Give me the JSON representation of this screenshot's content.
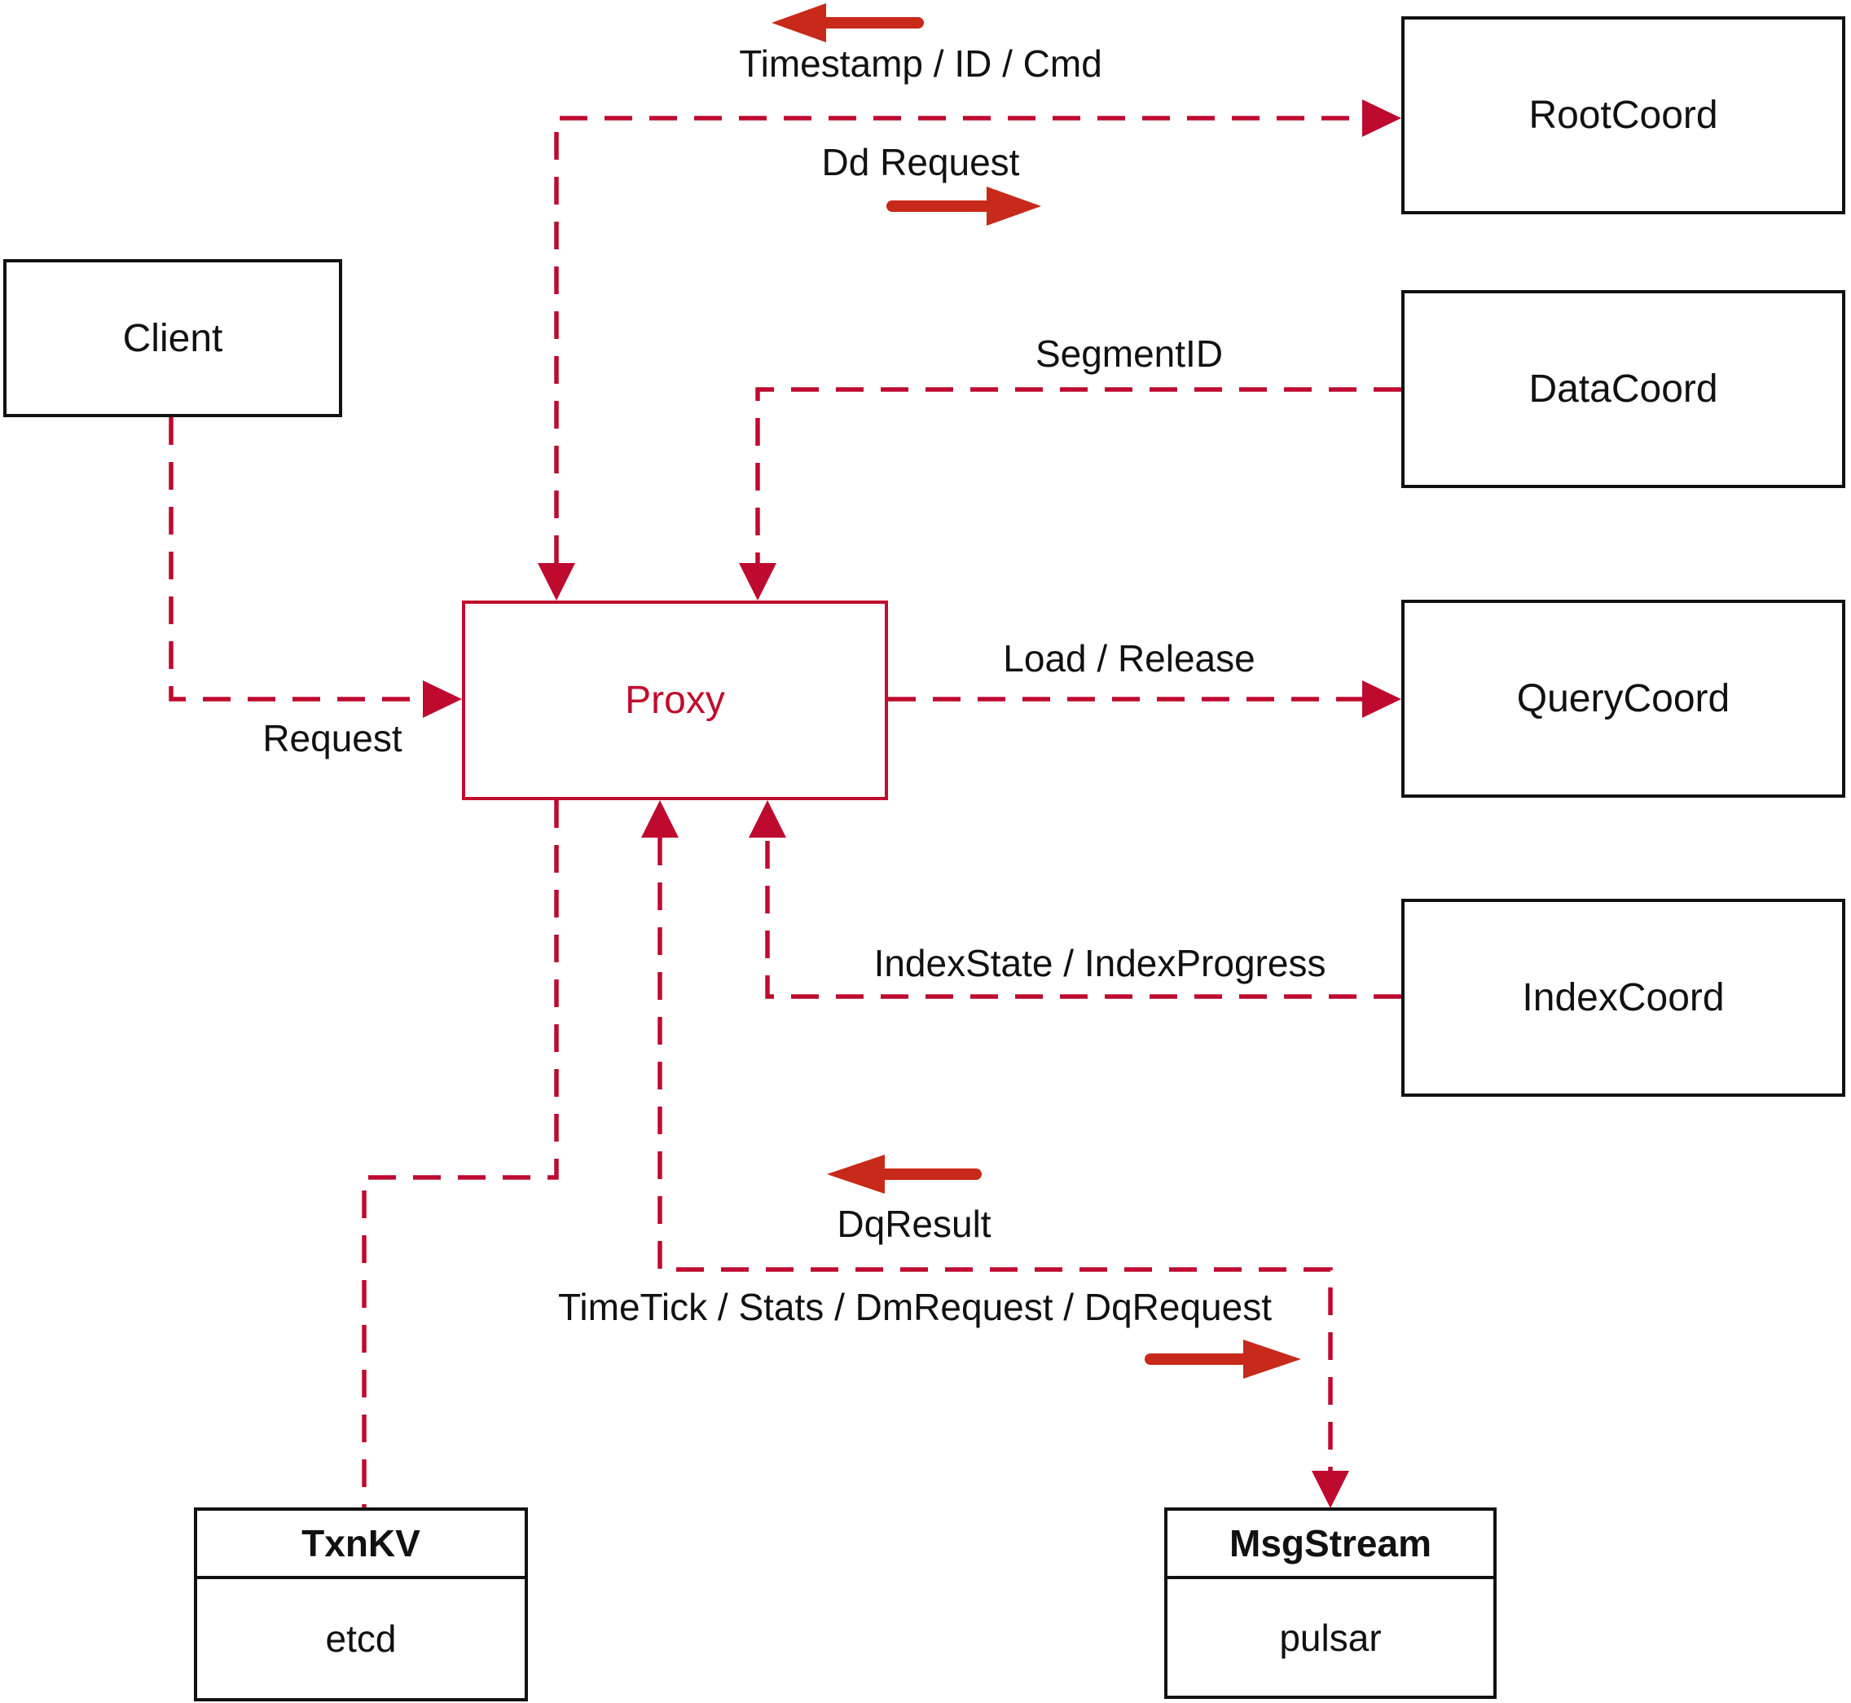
{
  "colors": {
    "dashed_line_red": "#bf0a30",
    "solid_arrow_red": "#c7291a",
    "proxy_red": "#c00d2e",
    "border_black": "#111111",
    "text_black": "#111111",
    "background": "#ffffff"
  },
  "nodes": {
    "client": {
      "label": "Client"
    },
    "proxy": {
      "label": "Proxy"
    },
    "rootcoord": {
      "label": "RootCoord"
    },
    "datacoord": {
      "label": "DataCoord"
    },
    "querycoord": {
      "label": "QueryCoord"
    },
    "indexcoord": {
      "label": "IndexCoord"
    },
    "txnkv": {
      "title": "TxnKV",
      "implementation": "etcd"
    },
    "msgstream": {
      "title": "MsgStream",
      "implementation": "pulsar"
    }
  },
  "edge_labels": {
    "timestamp_id_cmd": "Timestamp / ID / Cmd",
    "dd_request": "Dd Request",
    "segment_id": "SegmentID",
    "request": "Request",
    "load_release": "Load / Release",
    "index_state_progress": "IndexState / IndexProgress",
    "dq_result": "DqResult",
    "timetick_stats": "TimeTick / Stats / DmRequest / DqRequest"
  }
}
